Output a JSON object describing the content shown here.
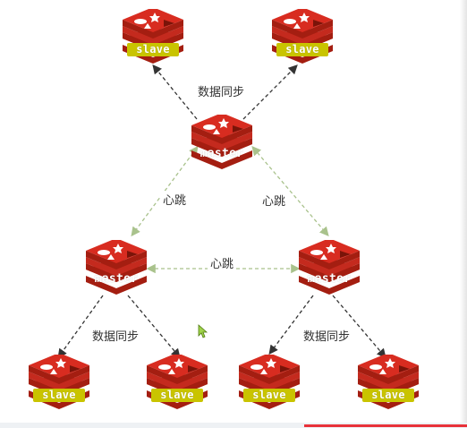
{
  "nodes": {
    "master_top": "master",
    "master_left": "master",
    "master_right": "master",
    "slave_top_left": "slave",
    "slave_top_right": "slave",
    "slave_bl1": "slave",
    "slave_bl2": "slave",
    "slave_br1": "slave",
    "slave_br2": "slave"
  },
  "edge_labels": {
    "sync_top": "数据同步",
    "heartbeat_left": "心跳",
    "heartbeat_right": "心跳",
    "heartbeat_middle": "心跳",
    "sync_left": "数据同步",
    "sync_right": "数据同步"
  },
  "colors": {
    "redis_red": "#d82c20",
    "redis_dark": "#a41e11",
    "slave_tag": "#c9c400",
    "sync_line": "#333333",
    "heartbeat_line": "#a9c28c"
  }
}
